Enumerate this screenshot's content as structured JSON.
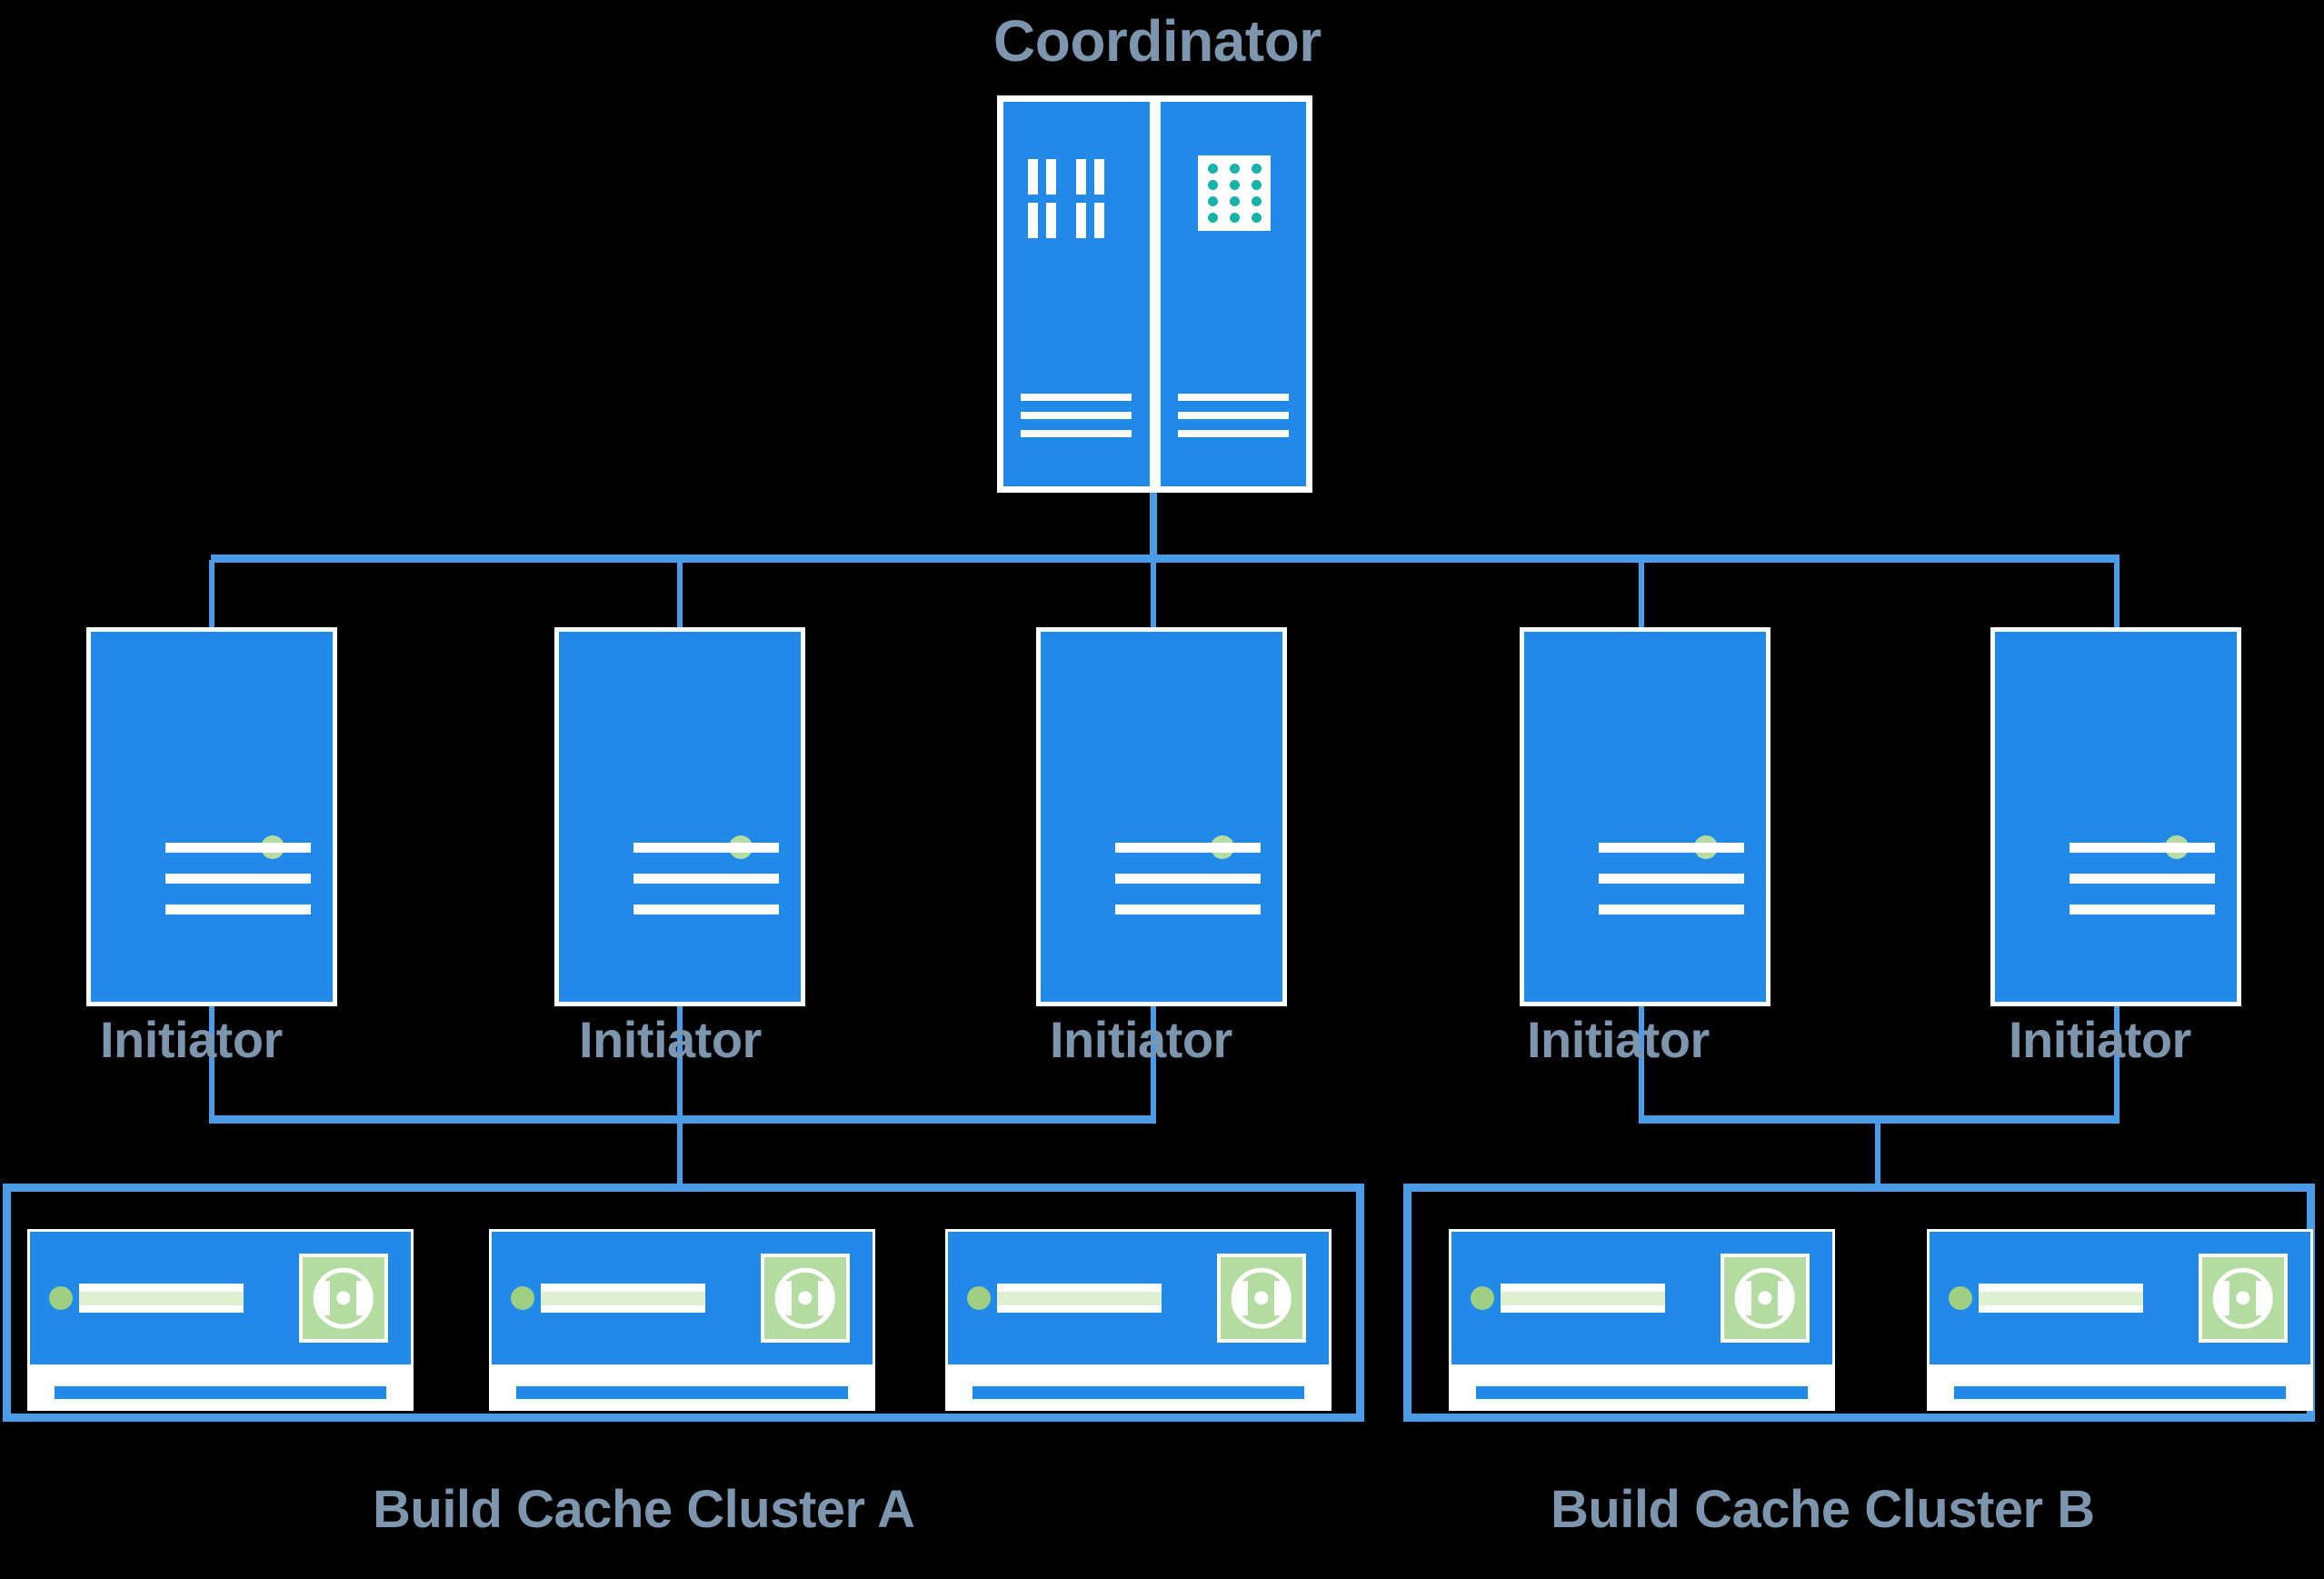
{
  "diagram": {
    "title": "Coordinator",
    "background_color": "#000000",
    "accent_blue": "#2189e8",
    "wire_blue": "#4a9ce8",
    "label_color": "#7d95ad",
    "green_accent": "#b5dca0",
    "teal_dot": "#17b2a8"
  },
  "coordinator": {
    "label": "Coordinator",
    "icon": "server-rack-icon",
    "panels": [
      {
        "name": "slot-panel",
        "slot_count": 8
      },
      {
        "name": "grid-panel",
        "dot_rows": 4,
        "dot_cols": 3
      }
    ],
    "footer_lines": 3
  },
  "initiators": [
    {
      "label": "Initiator",
      "icon": "server-tower-icon",
      "status": "online"
    },
    {
      "label": "Initiator",
      "icon": "server-tower-icon",
      "status": "online"
    },
    {
      "label": "Initiator",
      "icon": "server-tower-icon",
      "status": "online"
    },
    {
      "label": "Initiator",
      "icon": "server-tower-icon",
      "status": "online"
    },
    {
      "label": "Initiator",
      "icon": "server-tower-icon",
      "status": "online"
    }
  ],
  "clusters": [
    {
      "label": "Build Cache Cluster A",
      "node_count": 3,
      "nodes": [
        {
          "icon": "cache-disk-icon"
        },
        {
          "icon": "cache-disk-icon"
        },
        {
          "icon": "cache-disk-icon"
        }
      ]
    },
    {
      "label": "Build Cache Cluster B",
      "node_count": 2,
      "nodes": [
        {
          "icon": "cache-disk-icon"
        },
        {
          "icon": "cache-disk-icon"
        }
      ]
    }
  ]
}
